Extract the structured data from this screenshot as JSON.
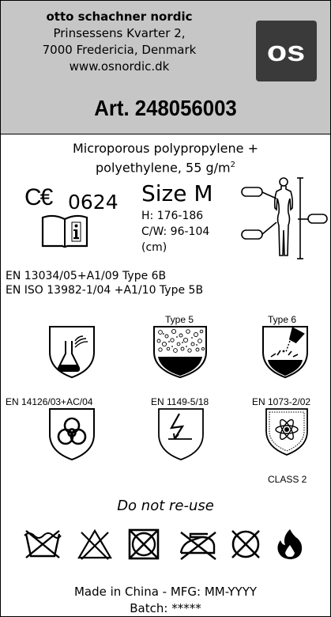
{
  "company": {
    "name": "otto schachner nordic",
    "address_line1": "Prinsessens Kvarter 2,",
    "address_line2": "7000 Fredericia, Denmark",
    "website": "www.osnordic.dk",
    "logo_text": "os"
  },
  "article": "Art. 248056003",
  "material": {
    "line1": "Microporous polypropylene +",
    "line2": "polyethylene, 55 g/m",
    "superscript": "2"
  },
  "certification": {
    "ce_mark": "C€",
    "notified_body": "0624",
    "info_icon": "book-info-icon"
  },
  "size": {
    "title": "Size M",
    "height": "H:   176-186",
    "chest_waist": "C/W: 96-104",
    "unit": "(cm)"
  },
  "standards": [
    "EN 13034/05+A1/09 Type 6B",
    "EN ISO 13982-1/04 +A1/10 Type 5B"
  ],
  "pictograms_row1": [
    {
      "label": "",
      "icon": "chemical-shield-icon"
    },
    {
      "label": "Type 5",
      "icon": "particle-shield-icon"
    },
    {
      "label": "Type 6",
      "icon": "liquid-splash-shield-icon"
    }
  ],
  "pictograms_row2": [
    {
      "label": "EN 14126/03+AC/04",
      "icon": "biohazard-shield-icon"
    },
    {
      "label": "EN 1149-5/18",
      "icon": "antistatic-shield-icon"
    },
    {
      "label": "EN 1073-2/02",
      "icon": "radioactive-contamination-shield-icon",
      "class_label": "CLASS 2"
    }
  ],
  "warning": "Do not re-use",
  "care_icons": [
    "do-not-wash-icon",
    "do-not-bleach-icon",
    "do-not-tumble-dry-icon",
    "do-not-iron-icon",
    "do-not-dry-clean-icon",
    "flammable-icon"
  ],
  "footer": {
    "made_in": "Made in China - MFG: MM-YYYY",
    "batch": "Batch: *****"
  }
}
